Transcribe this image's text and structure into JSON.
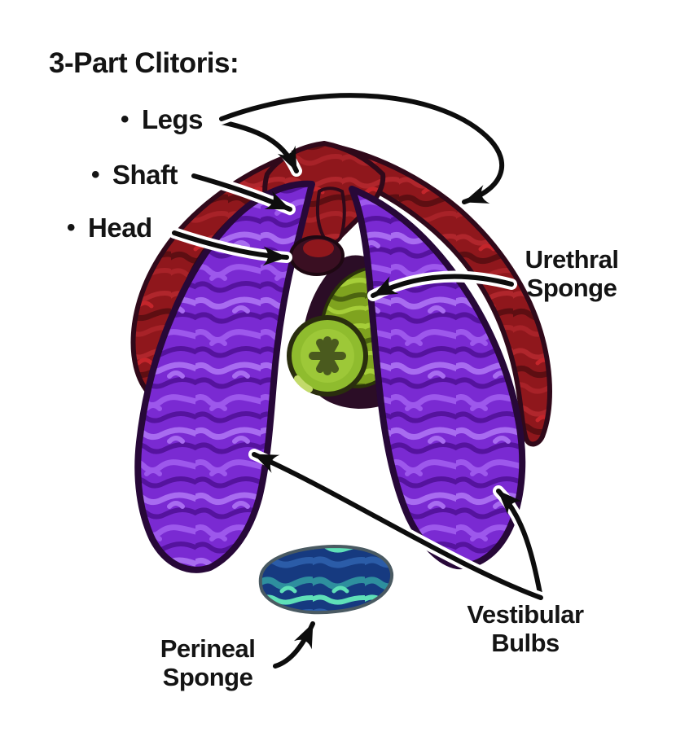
{
  "title": "3-Part Clitoris:",
  "bullet_items": [
    {
      "bullet": "•",
      "label": "Legs"
    },
    {
      "bullet": "•",
      "label": "Shaft"
    },
    {
      "bullet": "•",
      "label": "Head"
    }
  ],
  "labels": {
    "urethral_sponge": "Urethral\nSponge",
    "vestibular_bulbs": "Vestibular\nBulbs",
    "perineal_sponge": "Perineal\nSponge"
  },
  "colors": {
    "background": "#FFFFFF",
    "text": "#141414",
    "arrow": "#0D0D0D",
    "legs_red": "#8F171C",
    "legs_red_light": "#B0262C",
    "legs_red_dark": "#5E0E12",
    "bulb_purple": "#7A2AD2",
    "bulb_purple_light": "#9D58EC",
    "bulb_purple_dark": "#55139E",
    "urethral_green": "#8FBC2E",
    "urethral_green_bright": "#A6CE39",
    "urethral_green_dark": "#4C6410",
    "perineal_navy": "#163A80",
    "perineal_teal": "#2E8F9E",
    "perineal_mint": "#5FE0B8"
  }
}
